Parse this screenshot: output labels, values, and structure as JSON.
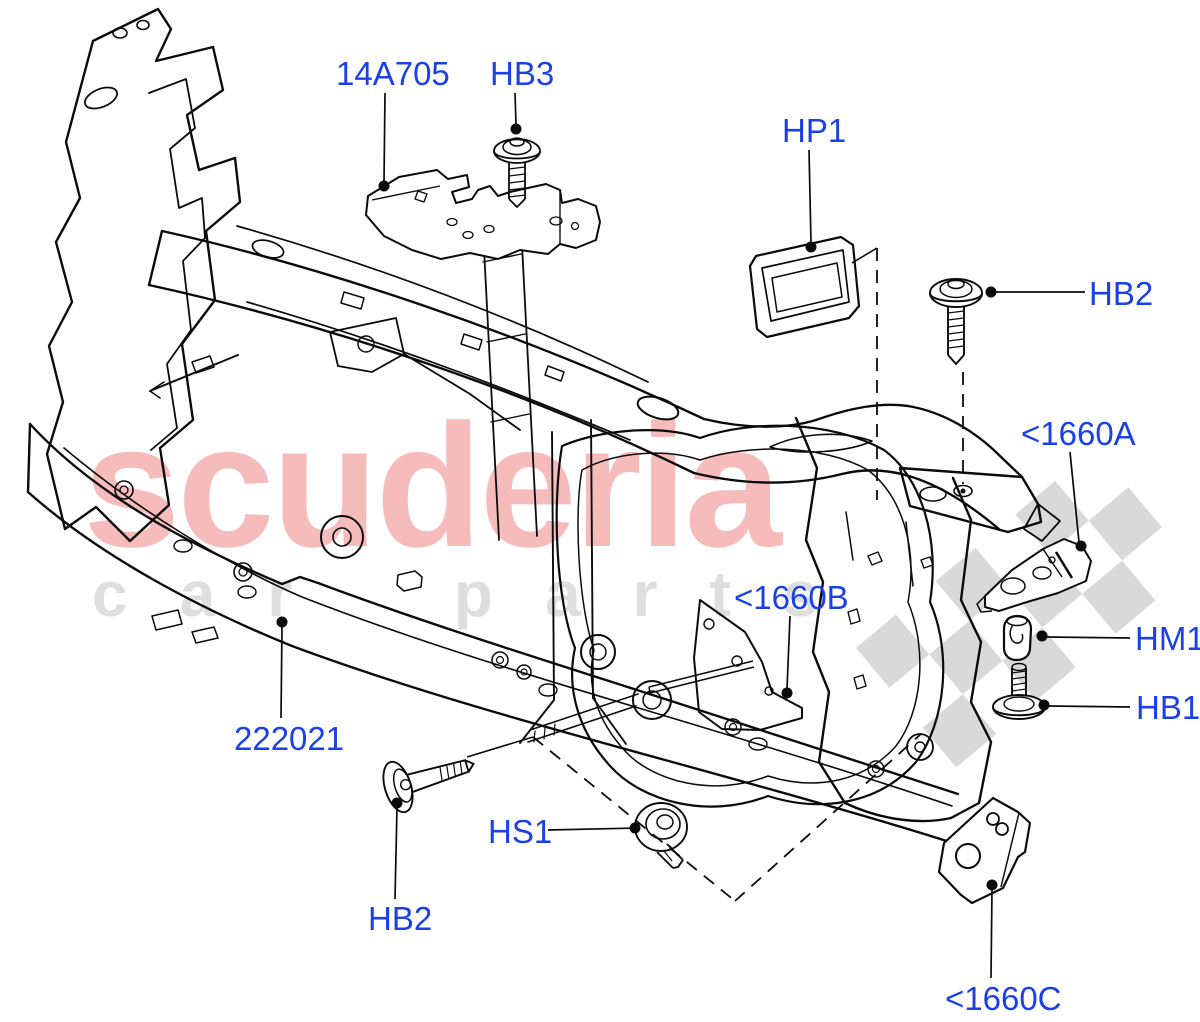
{
  "watermark": {
    "primary": "scuderia",
    "secondary": "car parts"
  },
  "colors": {
    "label_blue": "#1c40e8",
    "line_black": "#0b0b0b",
    "watermark_pink": "#f6bcbc",
    "watermark_gray": "#dedede",
    "flag_gray": "#d9d9d9",
    "background": "#ffffff"
  },
  "part_labels": [
    {
      "code": "14A705"
    },
    {
      "code": "HB3"
    },
    {
      "code": "HP1"
    },
    {
      "code": "HB2"
    },
    {
      "code": "<1660A"
    },
    {
      "code": "HM1"
    },
    {
      "code": "HB1"
    },
    {
      "code": "<1660B"
    },
    {
      "code": "222021"
    },
    {
      "code": "HS1"
    },
    {
      "code": "HB2"
    },
    {
      "code": "<1660C"
    }
  ]
}
